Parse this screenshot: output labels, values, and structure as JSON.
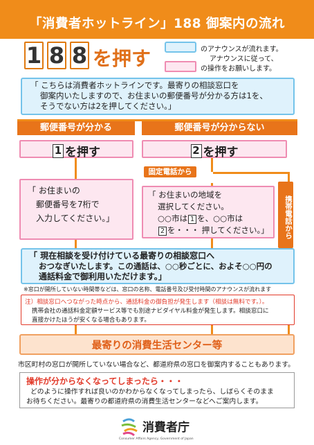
{
  "title": "「消費者ホットライン」188 御案内の流れ",
  "dial": {
    "digits": [
      "1",
      "8",
      "8"
    ],
    "press_label": "を押す"
  },
  "legend": {
    "blue_line1": "のアナウンスが流れます。",
    "blue_line2": "アナウンスに従って、",
    "pink_line": "の操作をお願いします。"
  },
  "intro": {
    "line1": "「 こちらは消費者ホットラインです。最寄りの相談窓口を",
    "line2": "御案内いたしますので、お住まいの郵便番号が分かる方は1を、",
    "line3": "そうでない方は2を押してください。」"
  },
  "branch_known": {
    "header": "郵便番号が分かる",
    "digit": "1",
    "press": "を押す",
    "msg_line1": "「 お住まいの",
    "msg_line2": "郵便番号を7桁で",
    "msg_line3": "入力してください。」"
  },
  "branch_unknown": {
    "header": "郵便番号が分からない",
    "digit": "2",
    "press": "を押す",
    "landline_tag": "固定電話から",
    "mobile_tag": "携帯電話から",
    "msg_line1": "「 お住まいの地域を",
    "msg_line2": "選択してください。",
    "msg_line3_a": "○○市は",
    "msg_line3_d": "1",
    "msg_line3_b": "を、○○市は",
    "msg_line4_d": "2",
    "msg_line4_b": "を・・・ 押してください。」"
  },
  "connect": {
    "line1": "「 現在相談を受け付けている最寄りの相談窓口へ",
    "line2": "おつなぎいたします。この通話は、○○秒ごとに、およそ○○円の",
    "line3": "通話料金で御利用いただけます。」",
    "note": "※窓口が開所していない時間帯などは、窓口の名称、電話番号及び受付時間のアナウンスが流れます"
  },
  "caution": {
    "line1": "注）相談窓口へつながった時点から、通話料金の御負担が発生します（相談は無料です。）。",
    "line2": "携帯会社の通話料金定額サービス等でも別途ナビダイヤル料金が発生します。相談窓口に",
    "line3": "直接かけたほうが安くなる場合もあります。"
  },
  "destination": {
    "label": "最寄りの消費生活センター等",
    "note": "市区町村の窓口が開所していない場合など、都道府県の窓口を御案内することもあります。"
  },
  "help": {
    "title": "操作が分からなくなってしまったら・・・",
    "line1": "どのように操作すれば良いのかわからなくなってしまったら、しばらくそのまま",
    "line2": "お待ちください。最寄りの都道府県の消費生活センターなどへご案内します。"
  },
  "footer": {
    "logo_name": "消費者庁",
    "logo_sub": "Consumer Affairs Agency, Government of Japan"
  },
  "colors": {
    "orange": "#f08c1a",
    "blue_fill": "#dff2fc",
    "blue_border": "#74c3ea",
    "pink_fill": "#fde7f0",
    "pink_border": "#ef8cb2",
    "red": "#e23a2a"
  }
}
